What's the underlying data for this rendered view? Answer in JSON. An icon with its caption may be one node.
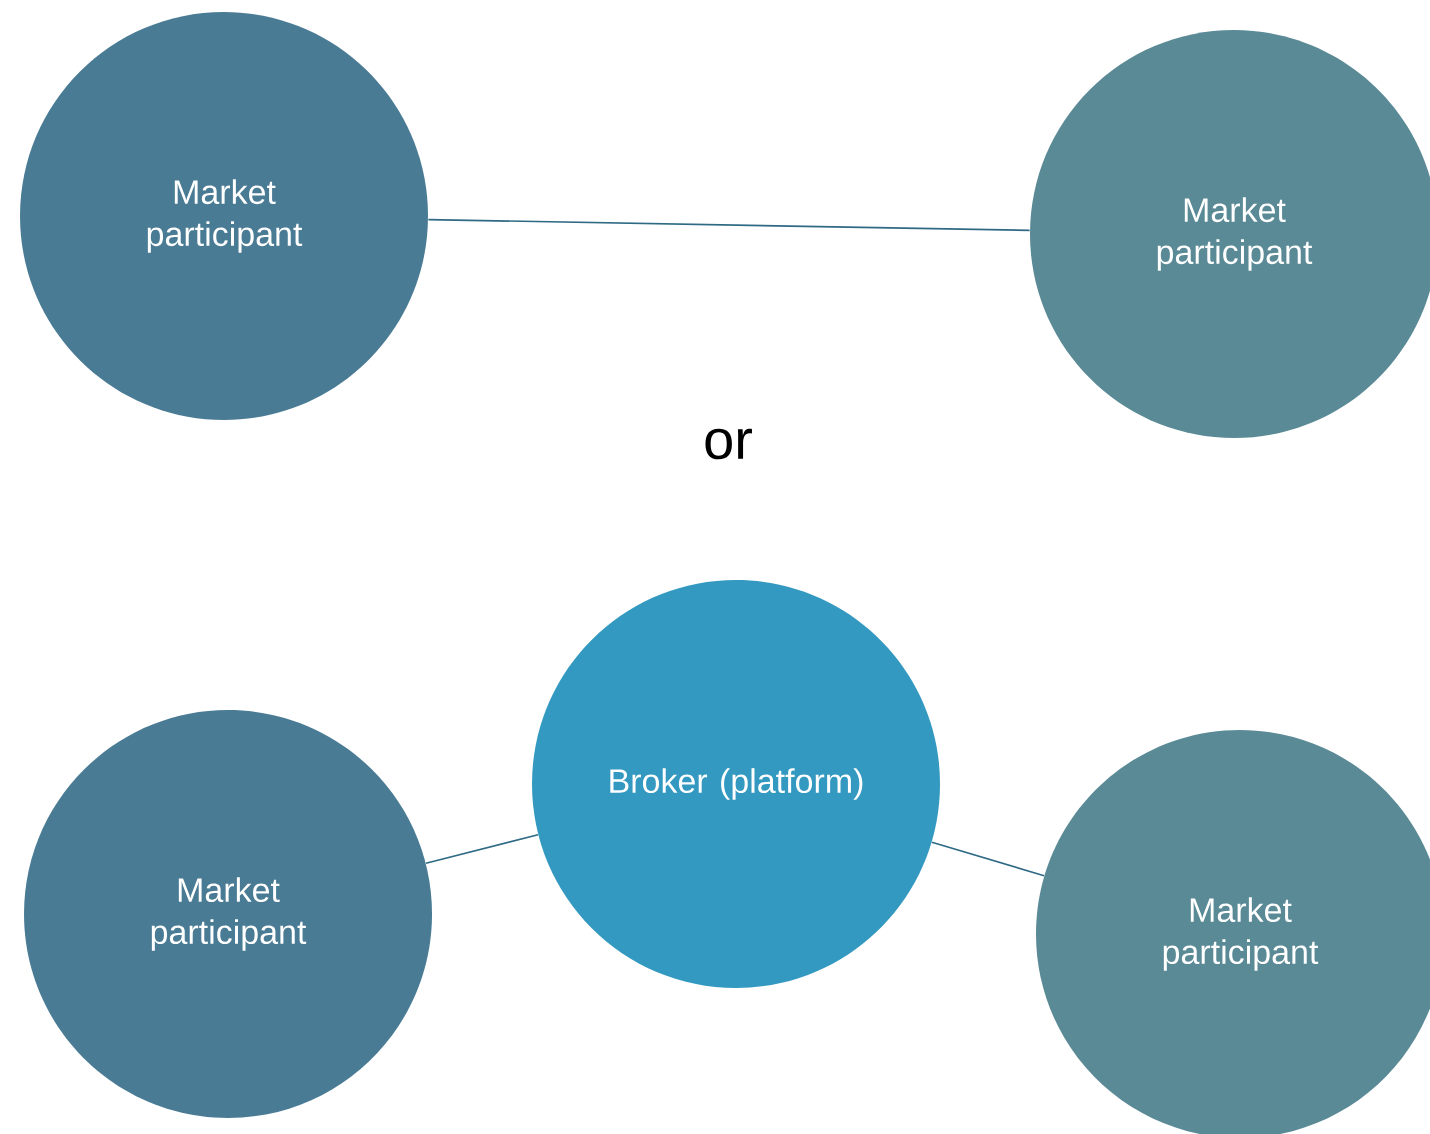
{
  "diagram": {
    "nodes": [
      {
        "text": [
          "Market participant"
        ]
      },
      {
        "text": [
          "Market participant"
        ]
      },
      {
        "text": [
          "Market participant"
        ]
      },
      {
        "text": [
          "Broker (platform)"
        ]
      },
      {
        "text": [
          "Market participant"
        ]
      }
    ],
    "edges": [
      {
        "from": 0,
        "to": 1,
        "arrow": "none"
      },
      {
        "from": 2,
        "to": 3,
        "arrow": "none"
      },
      {
        "from": 3,
        "to": 4,
        "arrow": "none"
      }
    ],
    "labels": [
      "or"
    ]
  }
}
